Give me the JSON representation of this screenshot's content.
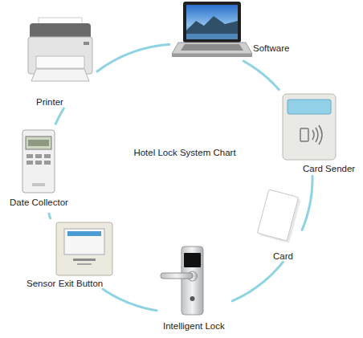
{
  "diagram": {
    "title": "Hotel Lock System Chart",
    "nodes": [
      {
        "text": [
          "Printer"
        ]
      },
      {
        "text": [
          "Software"
        ]
      },
      {
        "text": [
          "Card Sender"
        ]
      },
      {
        "text": [
          "Card"
        ]
      },
      {
        "text": [
          "Intelligent Lock"
        ]
      },
      {
        "text": [
          "Sensor Exit Button"
        ]
      },
      {
        "text": [
          "Date Collector"
        ]
      }
    ],
    "edges": [
      {
        "from": 0,
        "to": 1,
        "arrow": "none"
      },
      {
        "from": 1,
        "to": 2,
        "arrow": "none"
      },
      {
        "from": 2,
        "to": 3,
        "arrow": "none"
      },
      {
        "from": 3,
        "to": 4,
        "arrow": "none"
      },
      {
        "from": 4,
        "to": 5,
        "arrow": "none"
      },
      {
        "from": 5,
        "to": 6,
        "arrow": "none"
      },
      {
        "from": 6,
        "to": 0,
        "arrow": "none"
      }
    ]
  }
}
